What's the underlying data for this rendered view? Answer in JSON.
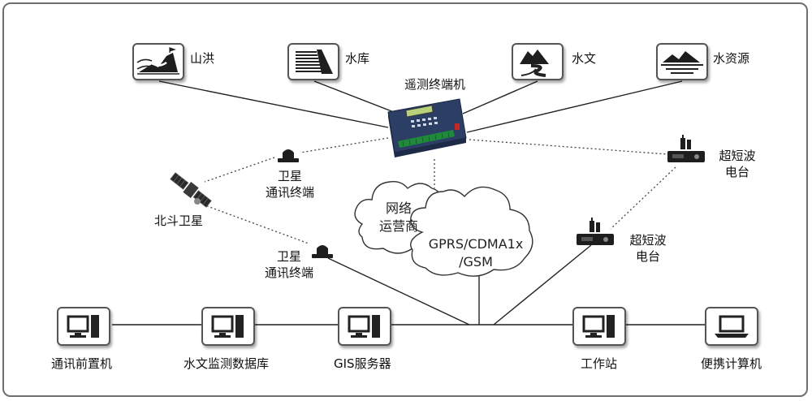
{
  "nodes": {
    "shanhong": "山洪",
    "shuiku": "水库",
    "shuiwen": "水文",
    "shuiziyuan": "水资源",
    "terminal": "遥测终端机",
    "beidou": "北斗卫星",
    "sat_terminal_top": [
      "卫星",
      "通讯终端"
    ],
    "sat_terminal_bottom": [
      "卫星",
      "通讯终端"
    ],
    "cloud_operator": [
      "网络",
      "运营商"
    ],
    "cloud_gprs": [
      "GPRS/CDMA1x",
      "/GSM"
    ],
    "radio_right": [
      "超短波",
      "电台"
    ],
    "radio_mid": [
      "超短波",
      "电台"
    ]
  },
  "stations": {
    "front": "通讯前置机",
    "hydro_db": "水文监测数据库",
    "gis": "GIS服务器",
    "workstation": "工作站",
    "laptop": "便携计算机"
  }
}
